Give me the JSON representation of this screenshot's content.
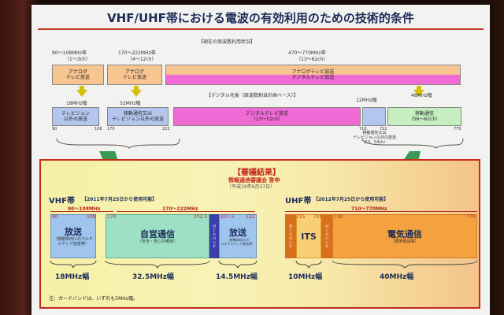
{
  "title": "VHF/UHF帯における電波の有効利用のための技術的条件",
  "top": {
    "current_label": "【現在の周波数利用状況】",
    "vhf_low_range": "90～108MHz帯",
    "vhf_low_ch": "（1～3ch）",
    "vhf_high_range": "170～222MHz帯",
    "vhf_high_ch": "（4～12ch）",
    "uhf_range": "470～770MHz帯",
    "uhf_ch": "（13～62ch）",
    "analog_tv": "アナログ\nテレビ放送",
    "analog_digital_tv": "アナログテレビ放送\nデジタルテレビ放送",
    "after_label": "【デジタル化後（周波数割当計画ベース）】",
    "w18": "18MHz幅",
    "w52": "52MHz幅",
    "w12": "12MHz幅",
    "w48": "48MHz幅",
    "tv_other": "テレビジョン\n以外の放送",
    "mobile_or_other": "移動通信又は\nテレビジョン以外の放送",
    "digital_tv": "デジタルテレビ放送",
    "digital_tv_ch": "（13～52ch）",
    "mobile_comm": "移動通信",
    "mobile_ch": "（56～62ch）",
    "mobile_or_tv_other": "移動通信又は\nテレビジョン以外の放送\n（53、54ch）",
    "tick_90": "90",
    "tick_108": "108",
    "tick_170": "170",
    "tick_222": "222",
    "tick_710": "710",
    "tick_722": "722",
    "tick_770": "770"
  },
  "result": {
    "heading": "【審議結果】",
    "council": "情報通信審議会 答申",
    "date": "（平成19年6月27日）",
    "vhf_title": "VHF帯",
    "vhf_note": "【2011年7月25日から使用可能】",
    "uhf_title": "UHF帯",
    "uhf_note": "【2012年7月25日から使用可能】",
    "vhf_r1": "90～108MHz",
    "vhf_r2": "170～222MHz",
    "uhf_r": "710～770MHz",
    "broadcast": "放送",
    "broadcast_sub": "（移動体向けのマルチ\nメディア放送等）",
    "self_comm": "自営通信",
    "self_comm_sub": "（安全・安心の確保）",
    "guard_band": "ガードバンド",
    "broadcast2": "放送",
    "broadcast2_sub": "（移動体向けの\nマルチメディア放送等）",
    "its": "ITS",
    "telecom": "電気通信",
    "telecom_sub": "（携帯電話等）",
    "w18": "18MHz幅",
    "w325": "32.5MHz幅",
    "w145": "14.5MHz幅",
    "w10": "10MHz幅",
    "w40": "40MHz幅",
    "n90": "90",
    "n108": "108",
    "n170": "170",
    "n2025": "202.5",
    "n2075": "207.5",
    "n222": "222",
    "n715": "715",
    "n725": "725",
    "n730": "730",
    "n770": "770",
    "note": "注：ガードバンドは、いずれも5MHz幅。"
  },
  "colors": {
    "accent": "#c43a22",
    "title": "#1d2c57",
    "analog": "#f7c590",
    "digital_tv": "#f06ad6",
    "mobile": "#c6efc0",
    "tv_other": "#b3c7ee",
    "guard": "#3b3fa8"
  }
}
